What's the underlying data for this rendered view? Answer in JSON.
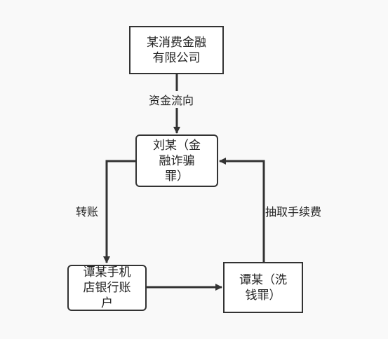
{
  "nodes": {
    "company": "某消费金融\n有限公司",
    "liu": "刘某（金\n融诈骗\n罪）",
    "account": "谭某手机\n店银行账\n户",
    "tan": "谭某（洗\n钱罪）"
  },
  "edges": {
    "fund_flow": "资金流向",
    "transfer": "转账",
    "fee": "抽取手续费"
  },
  "colors": {
    "stroke": "#333333",
    "background": "#f9f9f9"
  }
}
